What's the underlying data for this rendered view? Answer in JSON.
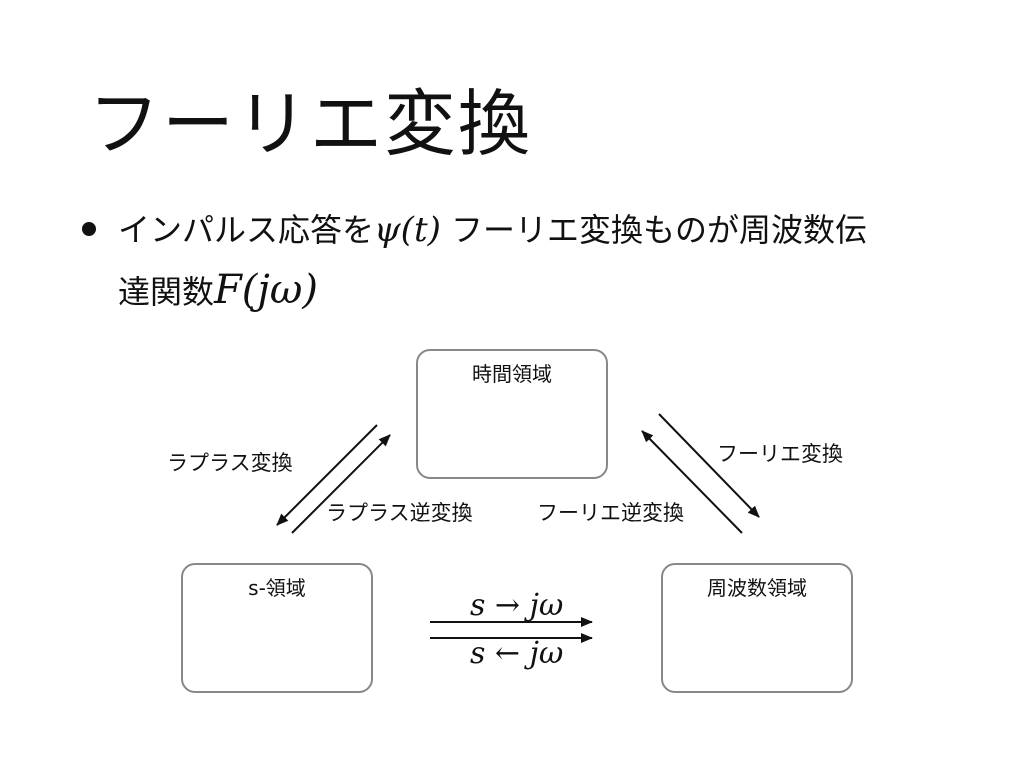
{
  "slide": {
    "title": "フーリエ変換",
    "bullet": {
      "line1_text": "インパルス応答を",
      "line1_math": "ψ(t)",
      "line1_suffix": " フーリエ変換ものが周波数伝",
      "line2_text": "達関数",
      "line2_math": "F(jω)"
    }
  },
  "diagram": {
    "boxes": {
      "time_domain": "時間領域",
      "s_domain": "s-領域",
      "frequency_domain": "周波数領域"
    },
    "edge_labels": {
      "laplace_transform": "ラプラス変換",
      "inverse_laplace_transform": "ラプラス逆変換",
      "inverse_fourier_transform": "フーリエ逆変換",
      "fourier_transform": "フーリエ変換"
    },
    "substitutions": {
      "forward": "s → jω",
      "backward": "s ← jω"
    }
  }
}
